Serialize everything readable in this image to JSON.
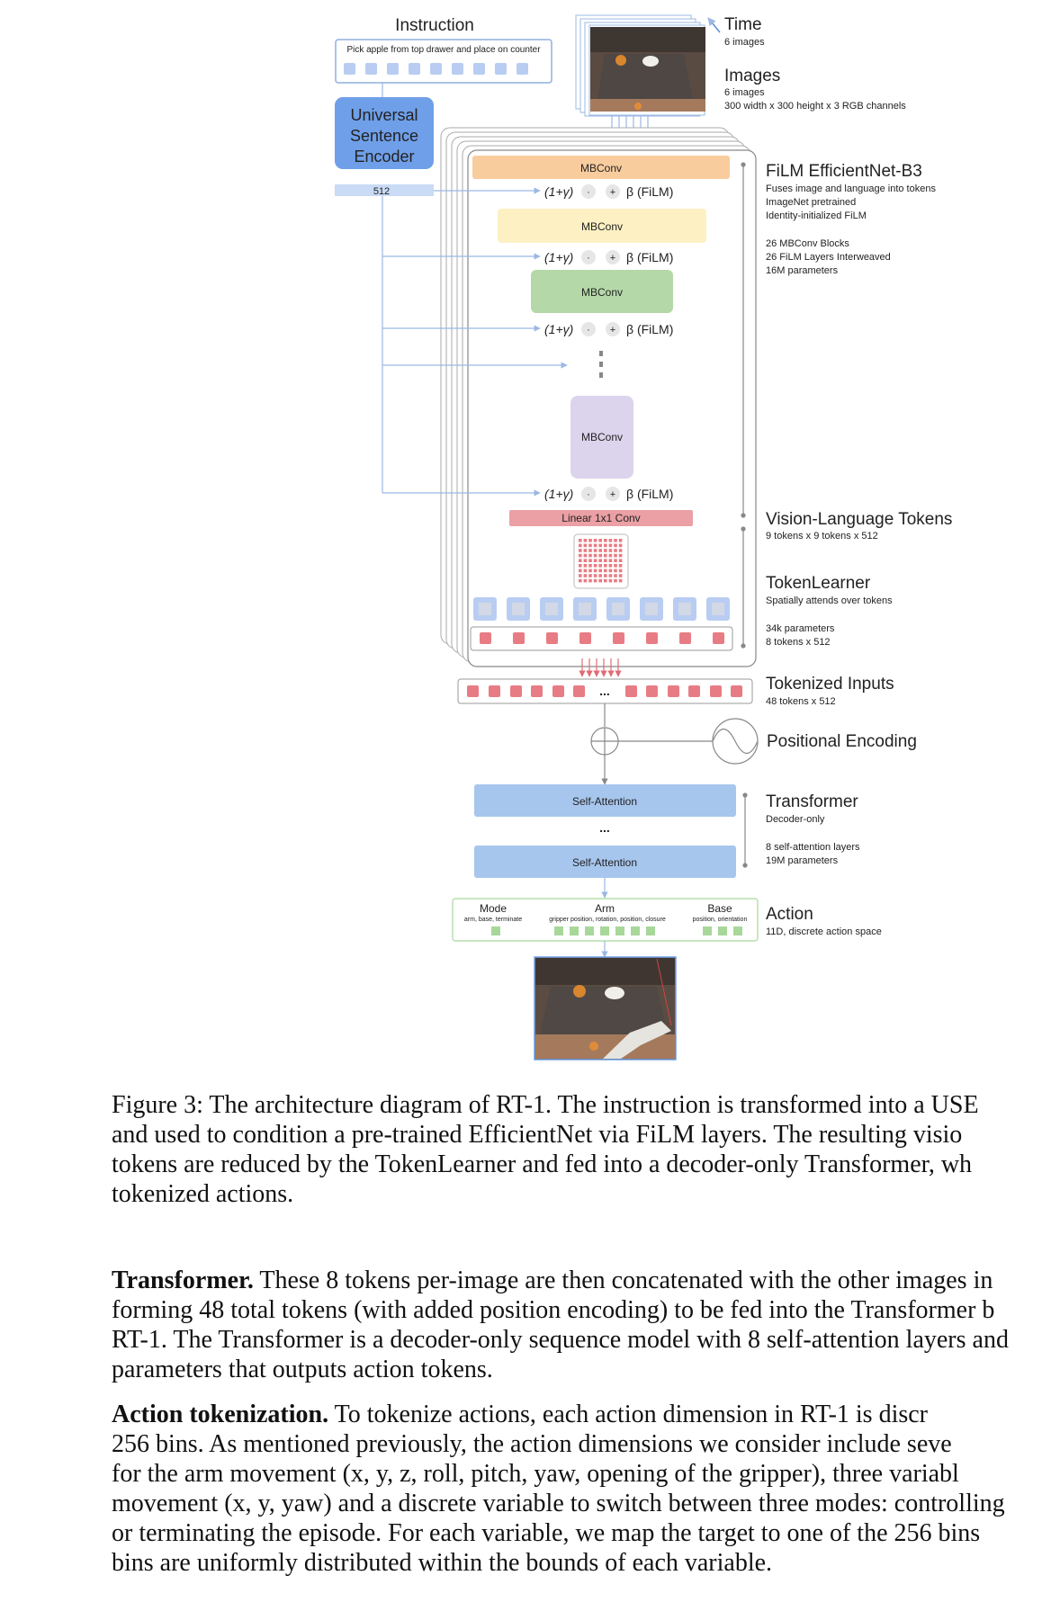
{
  "diagram": {
    "instruction": {
      "title": "Instruction",
      "text": "Pick apple from top drawer and place on counter"
    },
    "use": {
      "line1": "Universal",
      "line2": "Sentence",
      "line3": "Encoder",
      "dim": "512"
    },
    "time": {
      "title": "Time",
      "sub": "6 images"
    },
    "images": {
      "title": "Images",
      "sub1": "6 images",
      "sub2": "300 width x 300 height x 3 RGB channels"
    },
    "film_effnet": {
      "title": "FiLM EfficientNet-B3",
      "line1": "Fuses image and language into tokens",
      "line2": "ImageNet pretrained",
      "line3": "Identity-initialized FiLM",
      "line4": "26 MBConv Blocks",
      "line5": "26 FiLM Layers Interweaved",
      "line6": "16M parameters"
    },
    "mbconv_label": "MBConv",
    "film": {
      "gamma": "(1+γ)",
      "dot": "·",
      "plus": "+",
      "beta": "β (FiLM)"
    },
    "linear_conv": "Linear 1x1 Conv",
    "vl_tokens": {
      "title": "Vision-Language Tokens",
      "sub": "9 tokens x 9 tokens x 512"
    },
    "tokenlearner": {
      "title": "TokenLearner",
      "line1": "Spatially attends over tokens",
      "line2": "34k parameters",
      "line3": "8 tokens x 512"
    },
    "tokenized_inputs": {
      "title": "Tokenized Inputs",
      "sub": "48 tokens x 512",
      "ellipsis": "..."
    },
    "positional_encoding": "Positional Encoding",
    "transformer": {
      "title": "Transformer",
      "line1": "Decoder-only",
      "line2": "8 self-attention layers",
      "line3": "19M parameters",
      "layer_label": "Self-Attention",
      "ellipsis": "..."
    },
    "action": {
      "title": "Action",
      "sub": "11D, discrete action space",
      "mode": "Mode",
      "mode_sub": "arm, base, terminate",
      "arm": "Arm",
      "arm_sub": "gripper position, rotation, position, closure",
      "base": "Base",
      "base_sub": "position, orientation"
    },
    "colors": {
      "use_blue": "#6f9fe8",
      "mbconv_orange": "#f9cc9e",
      "mbconv_yellow": "#fdf0c2",
      "mbconv_green": "#b5d8a8",
      "mbconv_purple": "#dcd3ec",
      "linear_red": "#eaa0a4",
      "token_red": "#e87c84",
      "token_blue": "#b9cdf2",
      "attention_blue": "#a7c6ee",
      "action_green": "#a8d79a"
    }
  },
  "caption": {
    "line1": "Figure 3: The architecture diagram of RT-1. The instruction is transformed into a USE",
    "line2": "and used to condition a pre-trained EfficientNet via FiLM layers. The resulting visio",
    "line3": "tokens are reduced by the TokenLearner and fed into a decoder-only Transformer, wh",
    "line4": "tokenized actions."
  },
  "transformer_para": {
    "heading": "Transformer.",
    "line1": " These 8 tokens per-image are then concatenated with the other images in",
    "line2": "forming 48 total tokens (with added position encoding) to be fed into the Transformer b",
    "line3": "RT-1. The Transformer is a decoder-only sequence model with 8 self-attention layers and",
    "line4": "parameters that outputs action tokens."
  },
  "action_para": {
    "heading": "Action tokenization.",
    "line1": "  To tokenize actions, each action dimension in RT-1 is discr",
    "line2": "256 bins.  As mentioned previously, the action dimensions we consider include seve",
    "line3": "for the arm movement (x, y, z, roll, pitch, yaw, opening of the gripper), three variabl",
    "line4": "movement (x, y, yaw) and a discrete variable to switch between three modes: controlling",
    "line5": "or terminating the episode. For each variable, we map the target to one of the 256 bins",
    "line6": "bins are uniformly distributed within the bounds of each variable."
  }
}
